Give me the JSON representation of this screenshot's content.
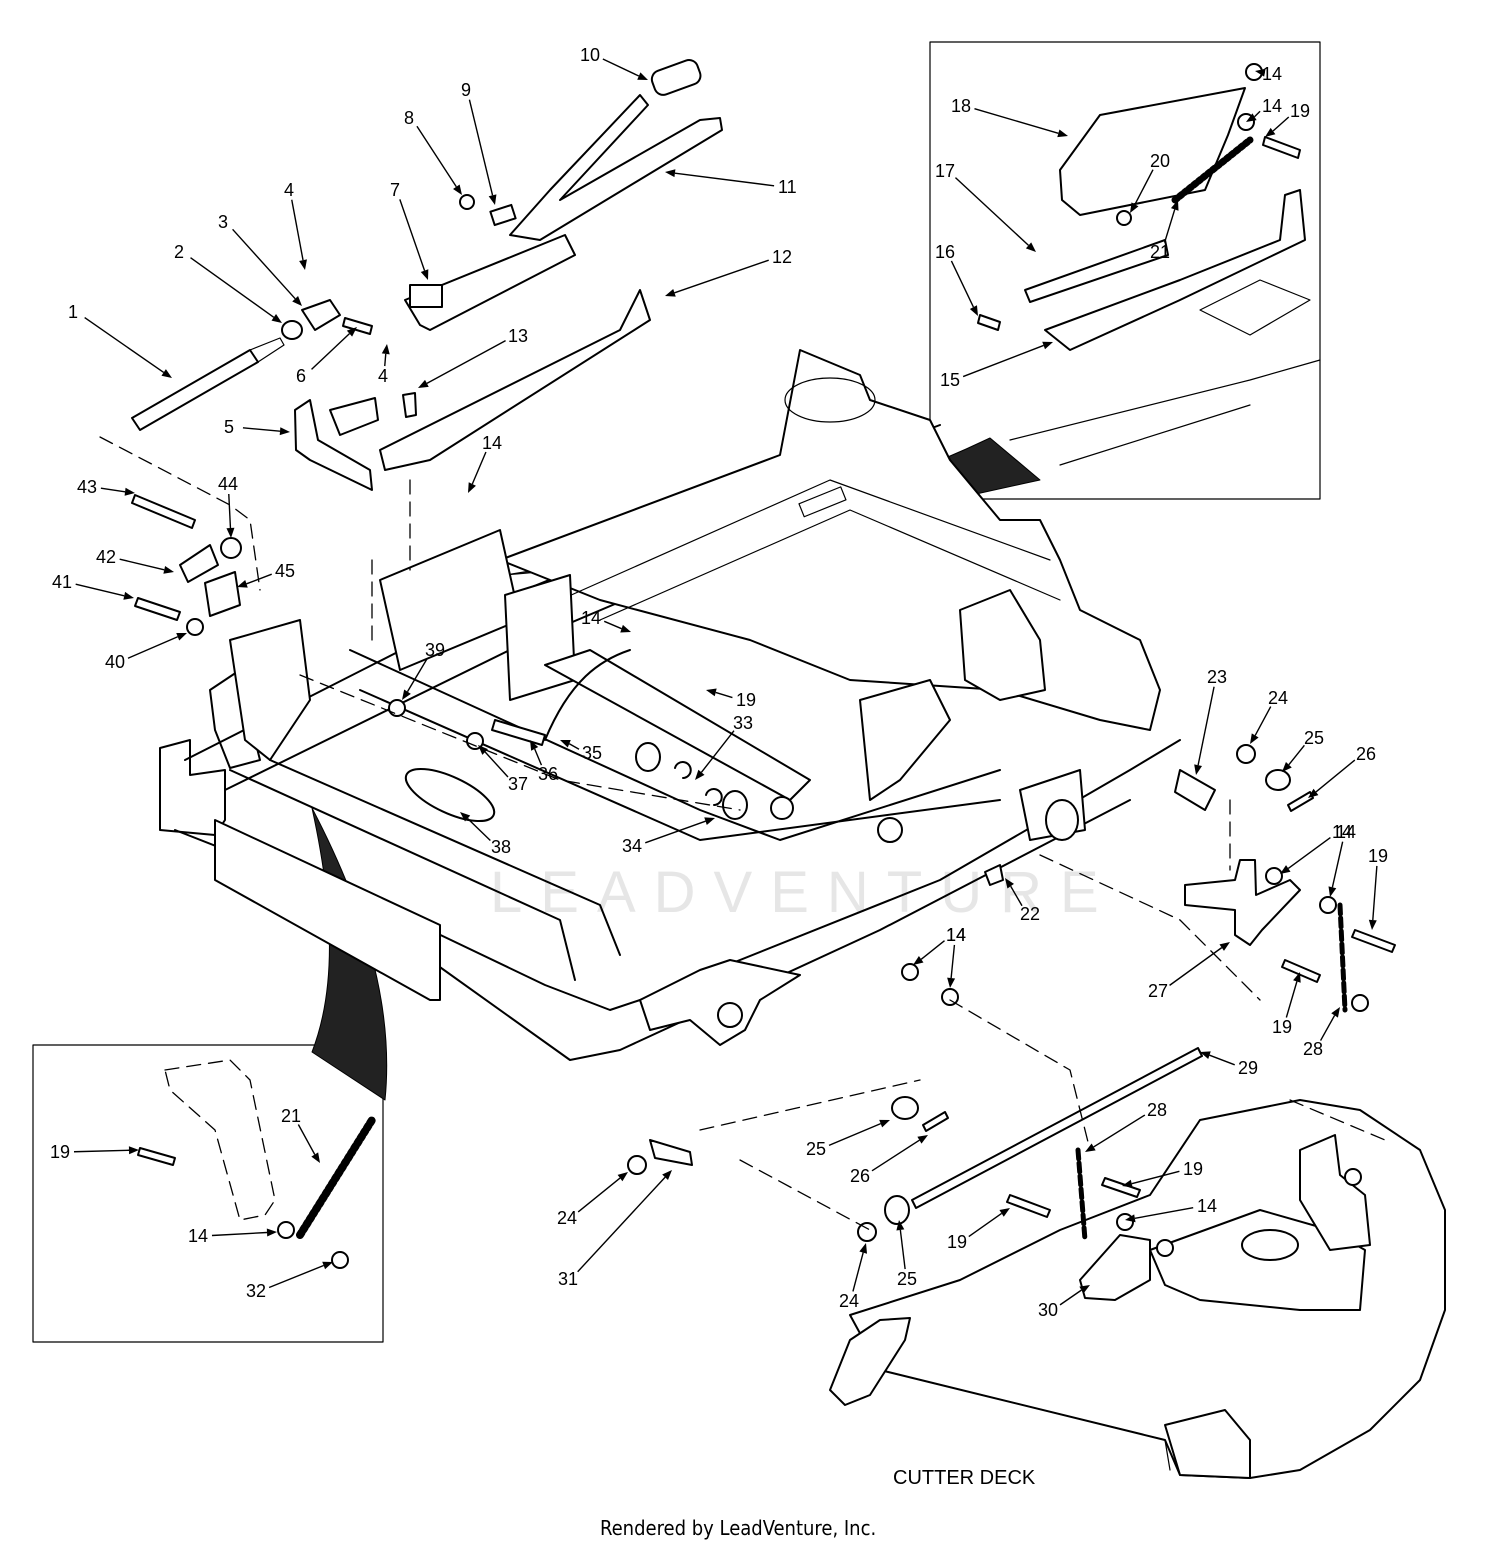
{
  "diagram": {
    "caption": "CUTTER DECK",
    "footer": "Rendered by LeadVenture, Inc.",
    "watermark": "LEADVENTURE",
    "callouts": [
      {
        "id": "c1",
        "text": "1"
      },
      {
        "id": "c2",
        "text": "2"
      },
      {
        "id": "c3",
        "text": "3"
      },
      {
        "id": "c4a",
        "text": "4"
      },
      {
        "id": "c4b",
        "text": "4"
      },
      {
        "id": "c5",
        "text": "5"
      },
      {
        "id": "c6",
        "text": "6"
      },
      {
        "id": "c7",
        "text": "7"
      },
      {
        "id": "c8",
        "text": "8"
      },
      {
        "id": "c9",
        "text": "9"
      },
      {
        "id": "c10",
        "text": "10"
      },
      {
        "id": "c11",
        "text": "11"
      },
      {
        "id": "c12",
        "text": "12"
      },
      {
        "id": "c13",
        "text": "13"
      },
      {
        "id": "c14a",
        "text": "14"
      },
      {
        "id": "c14b",
        "text": "14"
      },
      {
        "id": "c14c",
        "text": "14"
      },
      {
        "id": "c14d",
        "text": "14"
      },
      {
        "id": "c14e",
        "text": "14"
      },
      {
        "id": "c14f",
        "text": "14"
      },
      {
        "id": "c14g",
        "text": "14"
      },
      {
        "id": "c14h",
        "text": "14"
      },
      {
        "id": "c14i",
        "text": "14"
      },
      {
        "id": "c14j",
        "text": "14"
      },
      {
        "id": "c15",
        "text": "15"
      },
      {
        "id": "c16",
        "text": "16"
      },
      {
        "id": "c17",
        "text": "17"
      },
      {
        "id": "c18",
        "text": "18"
      },
      {
        "id": "c19a",
        "text": "19"
      },
      {
        "id": "c19b",
        "text": "19"
      },
      {
        "id": "c19c",
        "text": "19"
      },
      {
        "id": "c19d",
        "text": "19"
      },
      {
        "id": "c19e",
        "text": "19"
      },
      {
        "id": "c19f",
        "text": "19"
      },
      {
        "id": "c19g",
        "text": "19"
      },
      {
        "id": "c20",
        "text": "20"
      },
      {
        "id": "c21a",
        "text": "21"
      },
      {
        "id": "c21b",
        "text": "21"
      },
      {
        "id": "c22",
        "text": "22"
      },
      {
        "id": "c23",
        "text": "23"
      },
      {
        "id": "c24a",
        "text": "24"
      },
      {
        "id": "c24b",
        "text": "24"
      },
      {
        "id": "c24c",
        "text": "24"
      },
      {
        "id": "c25a",
        "text": "25"
      },
      {
        "id": "c25b",
        "text": "25"
      },
      {
        "id": "c25c",
        "text": "25"
      },
      {
        "id": "c26a",
        "text": "26"
      },
      {
        "id": "c26b",
        "text": "26"
      },
      {
        "id": "c27",
        "text": "27"
      },
      {
        "id": "c28a",
        "text": "28"
      },
      {
        "id": "c28b",
        "text": "28"
      },
      {
        "id": "c29",
        "text": "29"
      },
      {
        "id": "c30",
        "text": "30"
      },
      {
        "id": "c31",
        "text": "31"
      },
      {
        "id": "c32",
        "text": "32"
      },
      {
        "id": "c33",
        "text": "33"
      },
      {
        "id": "c34",
        "text": "34"
      },
      {
        "id": "c35",
        "text": "35"
      },
      {
        "id": "c36",
        "text": "36"
      },
      {
        "id": "c37",
        "text": "37"
      },
      {
        "id": "c38",
        "text": "38"
      },
      {
        "id": "c39",
        "text": "39"
      },
      {
        "id": "c40",
        "text": "40"
      },
      {
        "id": "c41",
        "text": "41"
      },
      {
        "id": "c42",
        "text": "42"
      },
      {
        "id": "c43",
        "text": "43"
      },
      {
        "id": "c44",
        "text": "44"
      },
      {
        "id": "c45",
        "text": "45"
      }
    ]
  }
}
